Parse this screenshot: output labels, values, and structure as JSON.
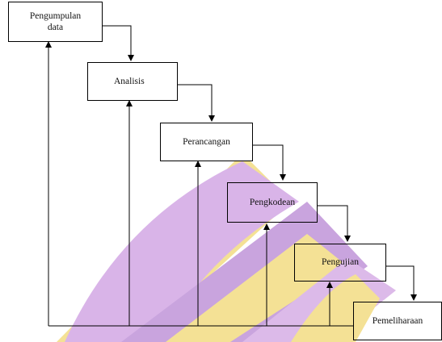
{
  "diagram": {
    "steps": [
      {
        "label": "Pengumpulan\ndata"
      },
      {
        "label": "Analisis"
      },
      {
        "label": "Perancangan"
      },
      {
        "label": "Pengkodean"
      },
      {
        "label": "Pengujian"
      },
      {
        "label": "Pemeliharaan"
      }
    ]
  },
  "colors": {
    "watermark_purple": "#b98fd1",
    "watermark_yellow": "#f3dc83",
    "line": "#000000"
  }
}
